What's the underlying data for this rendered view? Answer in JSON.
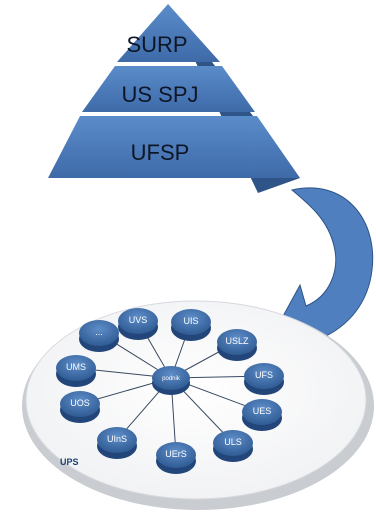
{
  "pyramid": {
    "levels": [
      "SURP",
      "US SPJ",
      "UFSP"
    ]
  },
  "network": {
    "hub": "podnik",
    "container_label": "UPS",
    "nodes": [
      "UVS",
      "UIS",
      "USLZ",
      "UFS",
      "UES",
      "ULS",
      "UErS",
      "UInS",
      "UOS",
      "UMS",
      "..."
    ]
  },
  "colors": {
    "shape_blue": "#4f7fbe",
    "shape_dark": "#2e5488",
    "node_blue": "#3b6aa6",
    "ring_grey": "#c9ccd1"
  }
}
